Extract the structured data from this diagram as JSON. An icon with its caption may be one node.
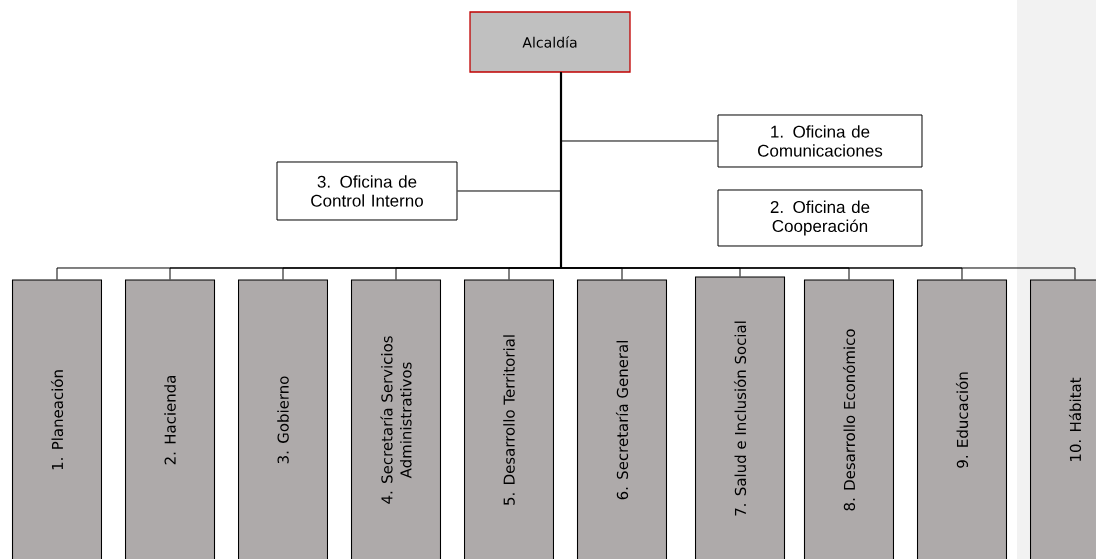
{
  "diagram": {
    "nodes": [
      {
        "text": [
          "Alcaldía"
        ]
      },
      {
        "text": [
          "1. Oficina de Comunicaciones"
        ]
      },
      {
        "text": [
          "3. Oficina de Control Interno"
        ]
      },
      {
        "text": [
          "2. Oficina de Cooperación"
        ]
      },
      {
        "text": [
          "1. Planeación"
        ]
      },
      {
        "text": [
          "2. Hacienda"
        ]
      },
      {
        "text": [
          "3. Gobierno"
        ]
      },
      {
        "text": [
          "4. Secretaría Servicios Administrativos"
        ]
      },
      {
        "text": [
          "5. Desarrollo Territorial"
        ]
      },
      {
        "text": [
          "6. Secretaría General"
        ]
      },
      {
        "text": [
          "7. Salud  e Inclusión Social"
        ]
      },
      {
        "text": [
          "8. Desarrollo Económico"
        ]
      },
      {
        "text": [
          "9. Educación"
        ]
      },
      {
        "text": [
          "10. Hábitat"
        ]
      }
    ],
    "edges": [
      {
        "from": 0,
        "to": 1,
        "arrow": "none"
      },
      {
        "from": 0,
        "to": 2,
        "arrow": "none"
      },
      {
        "from": 0,
        "to": 4,
        "arrow": "none"
      },
      {
        "from": 0,
        "to": 5,
        "arrow": "none"
      },
      {
        "from": 0,
        "to": 6,
        "arrow": "none"
      },
      {
        "from": 0,
        "to": 7,
        "arrow": "none"
      },
      {
        "from": 0,
        "to": 8,
        "arrow": "none"
      },
      {
        "from": 0,
        "to": 9,
        "arrow": "none"
      },
      {
        "from": 0,
        "to": 10,
        "arrow": "none"
      },
      {
        "from": 0,
        "to": 11,
        "arrow": "none"
      },
      {
        "from": 0,
        "to": 12,
        "arrow": "none"
      },
      {
        "from": 0,
        "to": 13,
        "arrow": "none"
      }
    ]
  }
}
